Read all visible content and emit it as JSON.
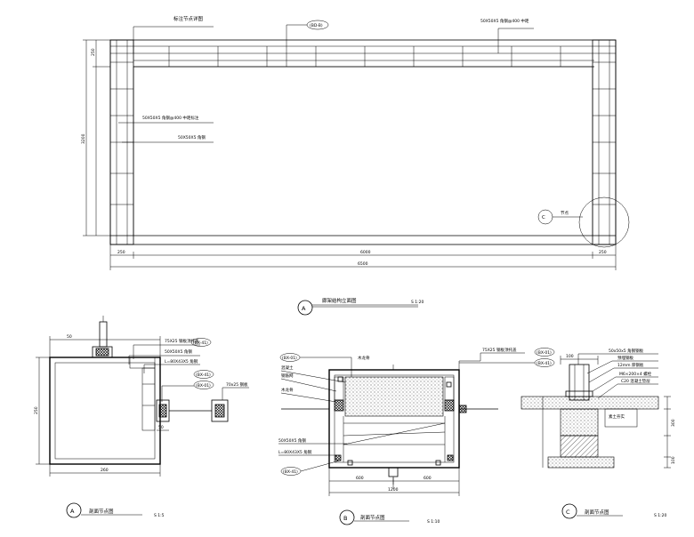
{
  "elevation": {
    "callout_top_left": "标注节点详图",
    "callout_ref": "(BD-B)",
    "callout_top_right": "50X50X5 角钢@400 中距",
    "callout_mid_1": "50X50X5 角钢@400 中距标注",
    "callout_mid_2": "50X50X5 角钢",
    "callout_c_label": "节点",
    "dim_left_top": "250",
    "dim_left_total": "3200",
    "dim_bottom_left": "250",
    "dim_bottom_mid": "6000",
    "dim_bottom_right": "250",
    "dim_bottom_total": "6500",
    "marker_c": "C",
    "title_mark": "A",
    "title": "廊架结构立面图",
    "scale": "S 1:20"
  },
  "detail_a": {
    "label_1": "75X25 钢板顶托盖",
    "label_2": "50X50X5 角钢",
    "label_3": "L=80X43X5 角钢",
    "ref_1": "(BX-41)",
    "ref_2": "(BX-41)",
    "ref_3": "(BX-01)",
    "label_4": "70x25 钢板",
    "dim_top": "50",
    "dim_bottom": "260",
    "dim_left": "250",
    "dim_side": "50",
    "title_mark": "A",
    "title": "剖面节点图",
    "scale": "S 1:5"
  },
  "detail_b": {
    "ref_top_left": "(BX-01)",
    "label_tl_1": "混凝土",
    "label_tl_2": "钢筋网",
    "label_tl_3": "木龙骨",
    "label_top": "木龙骨",
    "label_tr": "75X25 钢板顶托盖",
    "ref_tr_1": "(BX-01)",
    "ref_tr_2": "(BX-41)",
    "label_bl_1": "50X50X5 角钢",
    "label_bl_2": "L=80X43X5 角钢",
    "ref_bl": "(BX-41)",
    "dim_left": "600",
    "dim_right": "600",
    "dim_total": "1200",
    "title_mark": "B",
    "title": "剖面节点图",
    "scale": "S 1:10"
  },
  "detail_c": {
    "label_1": "50x50x5 角钢钢板",
    "label_2": "预埋钢板",
    "label_3": "12mm 厚钢板",
    "label_4": "M6×200×4 螺栓",
    "label_5": "C20 混凝土垫层",
    "label_6": "素土夯实",
    "dim_1": "100",
    "dim_2": "300",
    "dim_3": "100",
    "title_mark": "C",
    "title": "剖面节点图",
    "scale": "S 1:20"
  }
}
